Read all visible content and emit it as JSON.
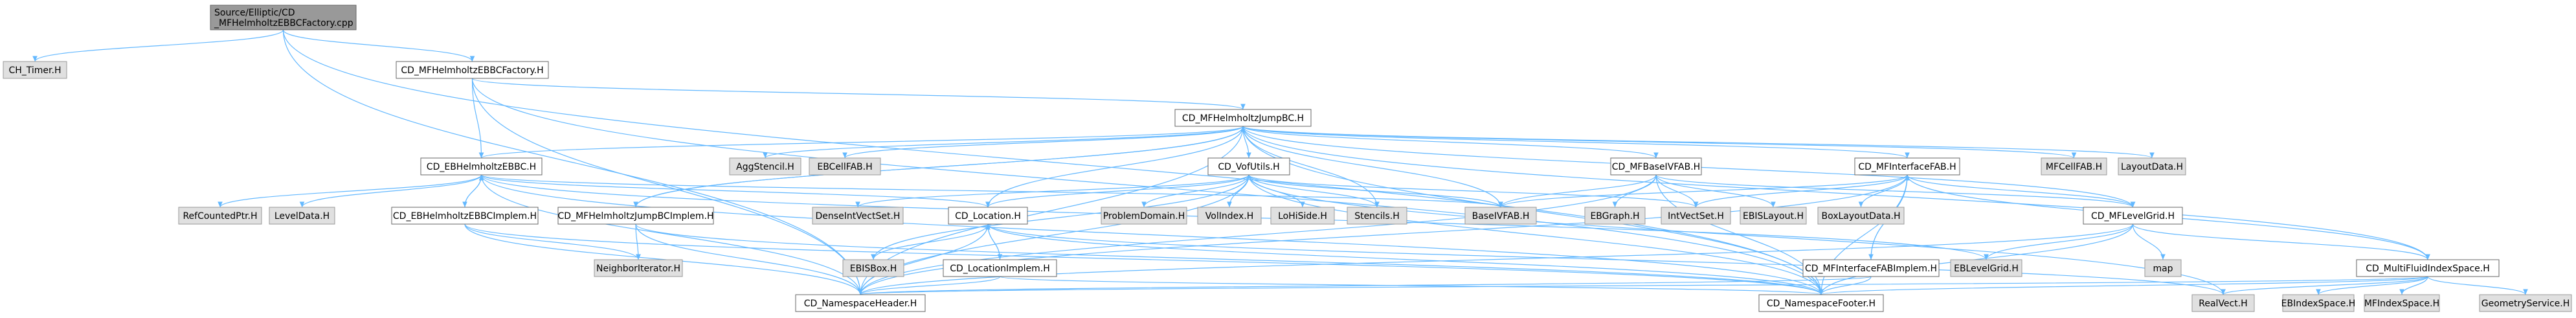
{
  "colors": {
    "edge": "#63b8ff",
    "node_border": "#666666",
    "node_fill": "#ffffff",
    "external_fill": "#e0e0e0",
    "external_border": "#999999",
    "root_fill": "#999999",
    "root_border": "#666666",
    "text": "#000000"
  },
  "nodes": [
    {
      "id": "root",
      "lines": [
        "Source/Elliptic/CD",
        "_MFHelmholtzEBBCFactory.cpp"
      ],
      "kind": "root"
    },
    {
      "id": "ch_timer",
      "lines": [
        "CH_Timer.H"
      ],
      "kind": "external"
    },
    {
      "id": "factory",
      "lines": [
        "CD_MFHelmholtzEBBCFactory.H"
      ],
      "kind": "normal"
    },
    {
      "id": "jumpbc",
      "lines": [
        "CD_MFHelmholtzJumpBC.H"
      ],
      "kind": "normal"
    },
    {
      "id": "ebbc",
      "lines": [
        "CD_EBHelmholtzEBBC.H"
      ],
      "kind": "normal"
    },
    {
      "id": "aggstencil",
      "lines": [
        "AggStencil.H"
      ],
      "kind": "external"
    },
    {
      "id": "ebcellfab",
      "lines": [
        "EBCellFAB.H"
      ],
      "kind": "external"
    },
    {
      "id": "vofutils",
      "lines": [
        "CD_VofUtils.H"
      ],
      "kind": "normal"
    },
    {
      "id": "mfbaseivfab",
      "lines": [
        "CD_MFBaseIVFAB.H"
      ],
      "kind": "normal"
    },
    {
      "id": "mfinterfacefab",
      "lines": [
        "CD_MFInterfaceFAB.H"
      ],
      "kind": "normal"
    },
    {
      "id": "mfcellfab",
      "lines": [
        "MFCellFAB.H"
      ],
      "kind": "external"
    },
    {
      "id": "layoutdata",
      "lines": [
        "LayoutData.H"
      ],
      "kind": "external"
    },
    {
      "id": "refcountedptr",
      "lines": [
        "RefCountedPtr.H"
      ],
      "kind": "external"
    },
    {
      "id": "leveldata",
      "lines": [
        "LevelData.H"
      ],
      "kind": "external"
    },
    {
      "id": "ebbcimpl",
      "lines": [
        "CD_EBHelmholtzEBBCImplem.H"
      ],
      "kind": "normal"
    },
    {
      "id": "jumpbcimpl",
      "lines": [
        "CD_MFHelmholtzJumpBCImplem.H"
      ],
      "kind": "normal"
    },
    {
      "id": "denseintvectset",
      "lines": [
        "DenseIntVectSet.H"
      ],
      "kind": "external"
    },
    {
      "id": "location",
      "lines": [
        "CD_Location.H"
      ],
      "kind": "normal"
    },
    {
      "id": "problemdomain",
      "lines": [
        "ProblemDomain.H"
      ],
      "kind": "external"
    },
    {
      "id": "volindex",
      "lines": [
        "VolIndex.H"
      ],
      "kind": "external"
    },
    {
      "id": "lohiside",
      "lines": [
        "LoHiSide.H"
      ],
      "kind": "external"
    },
    {
      "id": "stencils",
      "lines": [
        "Stencils.H"
      ],
      "kind": "external"
    },
    {
      "id": "baseivfab",
      "lines": [
        "BaseIVFAB.H"
      ],
      "kind": "external"
    },
    {
      "id": "ebgraph",
      "lines": [
        "EBGraph.H"
      ],
      "kind": "external"
    },
    {
      "id": "intvectset",
      "lines": [
        "IntVectSet.H"
      ],
      "kind": "external"
    },
    {
      "id": "ebislayout",
      "lines": [
        "EBISLayout.H"
      ],
      "kind": "external"
    },
    {
      "id": "boxlayoutdata",
      "lines": [
        "BoxLayoutData.H"
      ],
      "kind": "external"
    },
    {
      "id": "mflevelgrid",
      "lines": [
        "CD_MFLevelGrid.H"
      ],
      "kind": "normal"
    },
    {
      "id": "neighboriterator",
      "lines": [
        "NeighborIterator.H"
      ],
      "kind": "external"
    },
    {
      "id": "ebisbox",
      "lines": [
        "EBISBox.H"
      ],
      "kind": "external"
    },
    {
      "id": "locationimpl",
      "lines": [
        "CD_LocationImplem.H"
      ],
      "kind": "normal"
    },
    {
      "id": "ebinterfaceimpl",
      "lines": [
        "CD_MFInterfaceFABImplem.H"
      ],
      "kind": "normal"
    },
    {
      "id": "eblevelgrid",
      "lines": [
        "EBLevelGrid.H"
      ],
      "kind": "external"
    },
    {
      "id": "map",
      "lines": [
        "map"
      ],
      "kind": "external"
    },
    {
      "id": "multifluid",
      "lines": [
        "CD_MultiFluidIndexSpace.H"
      ],
      "kind": "normal"
    },
    {
      "id": "nsheader",
      "lines": [
        "CD_NamespaceHeader.H"
      ],
      "kind": "normal"
    },
    {
      "id": "nsfooter",
      "lines": [
        "CD_NamespaceFooter.H"
      ],
      "kind": "normal"
    },
    {
      "id": "realvect",
      "lines": [
        "RealVect.H"
      ],
      "kind": "external"
    },
    {
      "id": "ebindexspace",
      "lines": [
        "EBIndexSpace.H"
      ],
      "kind": "external"
    },
    {
      "id": "mfindexspace",
      "lines": [
        "MFIndexSpace.H"
      ],
      "kind": "external"
    },
    {
      "id": "geometryservice",
      "lines": [
        "GeometryService.H"
      ],
      "kind": "external"
    }
  ],
  "edges": [
    [
      "root",
      "ch_timer"
    ],
    [
      "root",
      "factory"
    ],
    [
      "root",
      "nsheader"
    ],
    [
      "root",
      "nsfooter"
    ],
    [
      "factory",
      "jumpbc"
    ],
    [
      "factory",
      "ebbc"
    ],
    [
      "factory",
      "nsheader"
    ],
    [
      "factory",
      "nsfooter"
    ],
    [
      "jumpbc",
      "aggstencil"
    ],
    [
      "jumpbc",
      "ebcellfab"
    ],
    [
      "jumpbc",
      "vofutils"
    ],
    [
      "jumpbc",
      "mfbaseivfab"
    ],
    [
      "jumpbc",
      "mfinterfacefab"
    ],
    [
      "jumpbc",
      "mfcellfab"
    ],
    [
      "jumpbc",
      "layoutdata"
    ],
    [
      "jumpbc",
      "location"
    ],
    [
      "jumpbc",
      "stencils"
    ],
    [
      "jumpbc",
      "baseivfab"
    ],
    [
      "jumpbc",
      "mflevelgrid"
    ],
    [
      "jumpbc",
      "multifluid"
    ],
    [
      "jumpbc",
      "jumpbcimpl"
    ],
    [
      "jumpbc",
      "nsheader"
    ],
    [
      "jumpbc",
      "nsfooter"
    ],
    [
      "jumpbc",
      "ebbc"
    ],
    [
      "ebbc",
      "refcountedptr"
    ],
    [
      "ebbc",
      "leveldata"
    ],
    [
      "ebbc",
      "location"
    ],
    [
      "ebbc",
      "eblevelgrid"
    ],
    [
      "ebbc",
      "ebbcimpl"
    ],
    [
      "ebbc",
      "nsheader"
    ],
    [
      "ebbc",
      "nsfooter"
    ],
    [
      "ebbc",
      "baseivfab"
    ],
    [
      "ebbcimpl",
      "ebbc"
    ],
    [
      "ebbcimpl",
      "neighboriterator"
    ],
    [
      "ebbcimpl",
      "nsheader"
    ],
    [
      "ebbcimpl",
      "nsfooter"
    ],
    [
      "jumpbcimpl",
      "jumpbc"
    ],
    [
      "jumpbcimpl",
      "neighboriterator"
    ],
    [
      "jumpbcimpl",
      "nsheader"
    ],
    [
      "jumpbcimpl",
      "nsfooter"
    ],
    [
      "vofutils",
      "denseintvectset"
    ],
    [
      "vofutils",
      "location"
    ],
    [
      "vofutils",
      "problemdomain"
    ],
    [
      "vofutils",
      "volindex"
    ],
    [
      "vofutils",
      "lohiside"
    ],
    [
      "vofutils",
      "stencils"
    ],
    [
      "vofutils",
      "baseivfab"
    ],
    [
      "vofutils",
      "ebisbox"
    ],
    [
      "vofutils",
      "realvect"
    ],
    [
      "vofutils",
      "intvectset"
    ],
    [
      "vofutils",
      "nsheader"
    ],
    [
      "vofutils",
      "nsfooter"
    ],
    [
      "location",
      "ebisbox"
    ],
    [
      "location",
      "locationimpl"
    ],
    [
      "location",
      "realvect"
    ],
    [
      "location",
      "nsheader"
    ],
    [
      "location",
      "nsfooter"
    ],
    [
      "locationimpl",
      "location"
    ],
    [
      "locationimpl",
      "nsheader"
    ],
    [
      "locationimpl",
      "nsfooter"
    ],
    [
      "mfbaseivfab",
      "baseivfab"
    ],
    [
      "mfbaseivfab",
      "ebgraph"
    ],
    [
      "mfbaseivfab",
      "intvectset"
    ],
    [
      "mfbaseivfab",
      "ebislayout"
    ],
    [
      "mfbaseivfab",
      "mflevelgrid"
    ],
    [
      "mfbaseivfab",
      "nsheader"
    ],
    [
      "mfbaseivfab",
      "nsfooter"
    ],
    [
      "mfinterfacefab",
      "baseivfab"
    ],
    [
      "mfinterfacefab",
      "intvectset"
    ],
    [
      "mfinterfacefab",
      "boxlayoutdata"
    ],
    [
      "mfinterfacefab",
      "mflevelgrid"
    ],
    [
      "mfinterfacefab",
      "ebinterfaceimpl"
    ],
    [
      "mfinterfacefab",
      "nsheader"
    ],
    [
      "mfinterfacefab",
      "nsfooter"
    ],
    [
      "mfinterfacefab",
      "multifluid"
    ],
    [
      "ebinterfaceimpl",
      "mfinterfacefab"
    ],
    [
      "ebinterfaceimpl",
      "nsheader"
    ],
    [
      "ebinterfaceimpl",
      "nsfooter"
    ],
    [
      "mflevelgrid",
      "eblevelgrid"
    ],
    [
      "mflevelgrid",
      "map"
    ],
    [
      "mflevelgrid",
      "multifluid"
    ],
    [
      "mflevelgrid",
      "nsheader"
    ],
    [
      "mflevelgrid",
      "nsfooter"
    ],
    [
      "multifluid",
      "realvect"
    ],
    [
      "multifluid",
      "ebindexspace"
    ],
    [
      "multifluid",
      "mfindexspace"
    ],
    [
      "multifluid",
      "geometryservice"
    ],
    [
      "multifluid",
      "nsheader"
    ],
    [
      "multifluid",
      "nsfooter"
    ]
  ]
}
